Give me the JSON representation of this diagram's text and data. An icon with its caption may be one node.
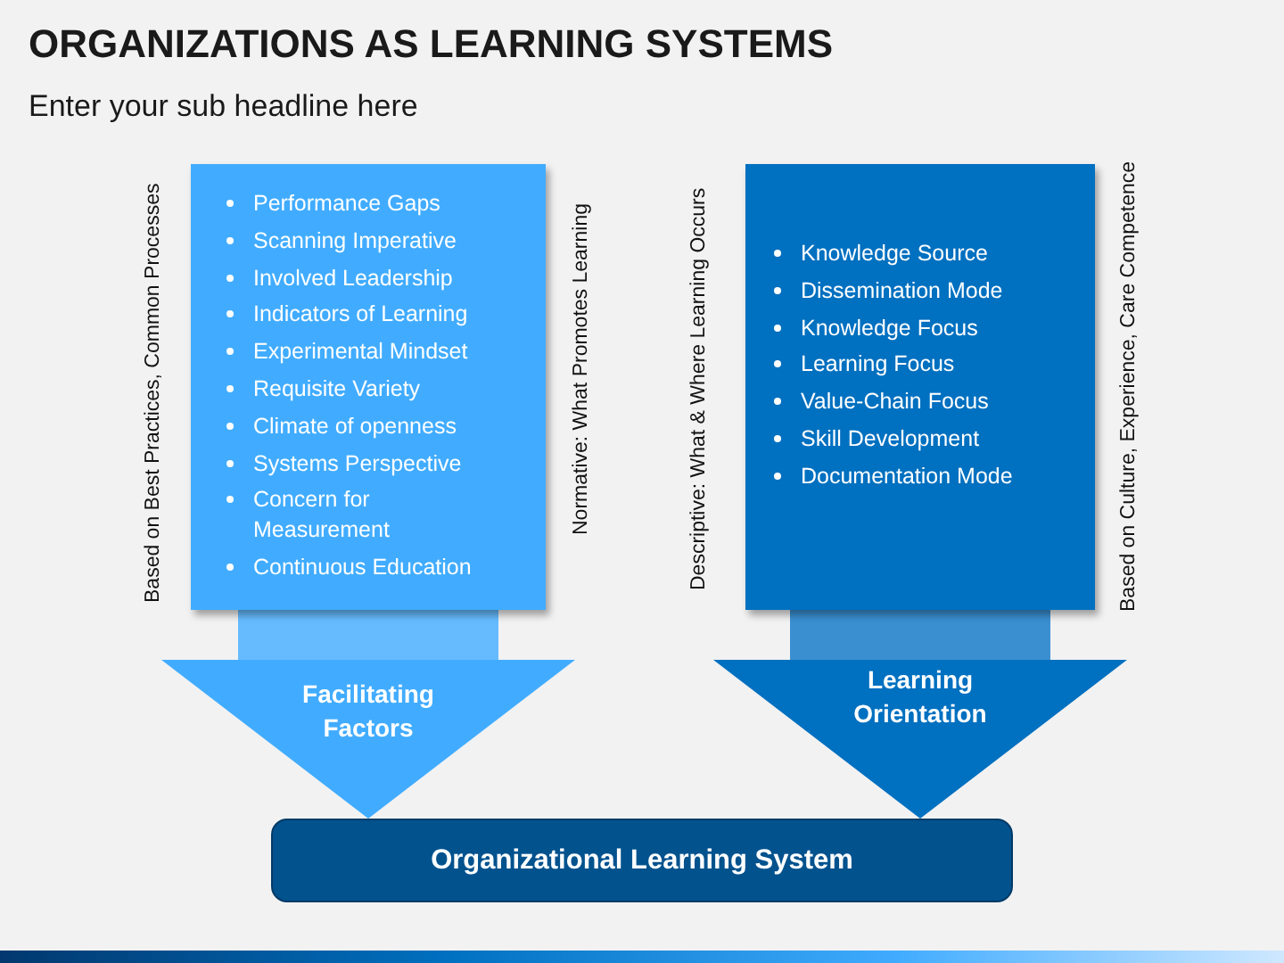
{
  "diagram": {
    "title": "ORGANIZATIONS AS LEARNING SYSTEMS",
    "nodes": [
      {
        "text": [
          "Performance Gaps",
          "Scanning Imperative",
          "Involved Leadership",
          "Indicators of Learning",
          "Experimental Mindset",
          "Requisite Variety",
          "Climate of openness",
          "Systems Perspective",
          "Concern for Measurement",
          "Continuous Education"
        ],
        "beside": [
          "Based on Best Practices, Common Processes",
          "Normative: What Promotes Learning"
        ]
      },
      {
        "text": [
          "Knowledge Source",
          "Dissemination Mode",
          "Knowledge Focus",
          "Learning Focus",
          "Value-Chain Focus",
          "Skill Development",
          "Documentation Mode"
        ],
        "beside": [
          "Descriptive: What & Where Learning Occurs",
          "Based on Culture, Experience, Care Competence"
        ]
      },
      {
        "text": [
          "Organizational Learning System"
        ]
      }
    ],
    "edges": [
      {
        "from": 0,
        "to": 2,
        "arrow": "to",
        "label": "Facilitating Factors",
        "style": "thick"
      },
      {
        "from": 1,
        "to": 2,
        "arrow": "to",
        "label": "Learning Orientation",
        "style": "thick"
      }
    ],
    "labels": [
      "Enter your sub headline here"
    ]
  }
}
